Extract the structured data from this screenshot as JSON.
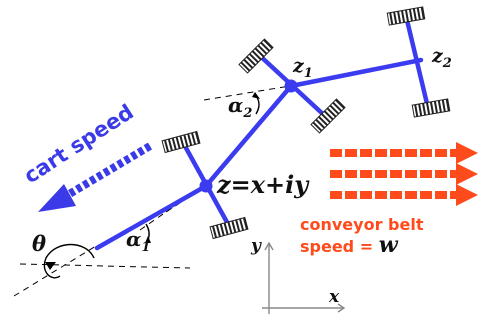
{
  "labels": {
    "z1_base": "z",
    "z1_sub": "1",
    "z2_base": "z",
    "z2_sub": "2",
    "alpha2_base": "α",
    "alpha2_sub": "2",
    "alpha1_base": "α",
    "alpha1_sub": "1",
    "theta": "θ",
    "z_equation": "z=x+iy",
    "cart_speed": "cart speed",
    "conveyor_line1": "conveyor belt",
    "conveyor_line2_prefix": "speed = ",
    "conveyor_w": "w",
    "axis_x": "x",
    "axis_y": "y"
  },
  "colors": {
    "link": "#3b3bf0",
    "cart_speed": "#3a3ae8",
    "belt": "#ff4a1c",
    "wheel": "#222222"
  }
}
